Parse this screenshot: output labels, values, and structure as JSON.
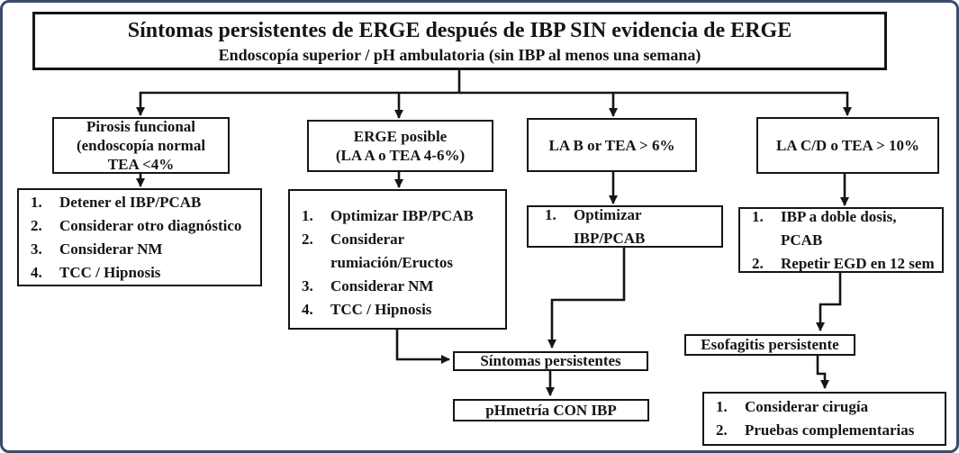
{
  "colors": {
    "frame": "#3b4a6b",
    "ink": "#151515",
    "bg": "#ffffff"
  },
  "header": {
    "title": "Síntomas persistentes de ERGE después de IBP SIN evidencia de ERGE",
    "subtitle": "Endoscopía superior / pH ambulatoria (sin IBP al menos una semana)"
  },
  "branches": {
    "functional": {
      "lines": [
        "Pirosis funcional",
        "(endoscopía normal",
        "TEA <4%"
      ]
    },
    "possible": {
      "lines": [
        "ERGE posible",
        "(LA A o TEA 4-6%)"
      ]
    },
    "la_b": {
      "label": "LA B or TEA > 6%"
    },
    "la_cd": {
      "label": "LA C/D o TEA > 10%"
    }
  },
  "actions": {
    "functional": {
      "items": [
        {
          "num": "1.",
          "text": "Detener el IBP/PCAB"
        },
        {
          "num": "2.",
          "text": "Considerar otro diagnóstico"
        },
        {
          "num": "3.",
          "text": "Considerar NM"
        },
        {
          "num": "4.",
          "text": "TCC / Hipnosis"
        }
      ]
    },
    "possible": {
      "items": [
        {
          "num": "1.",
          "text": "Optimizar IBP/PCAB"
        },
        {
          "num": "2.",
          "text": "Considerar rumiación/Eructos"
        },
        {
          "num": "3.",
          "text": "Considerar NM"
        },
        {
          "num": "4.",
          "text": "TCC / Hipnosis"
        }
      ]
    },
    "la_b": {
      "items": [
        {
          "num": "1.",
          "text": "Optimizar IBP/PCAB"
        }
      ]
    },
    "la_cd": {
      "items": [
        {
          "num": "1.",
          "text": "IBP a doble dosis, PCAB"
        },
        {
          "num": "2.",
          "text": "Repetir EGD en 12 sem"
        }
      ]
    }
  },
  "outcomes": {
    "persistent_symptoms": "Síntomas persistentes",
    "ph_with_ppi": "pHmetría CON IBP",
    "persistent_esophagitis": "Esofagitis persistente",
    "surgery": {
      "items": [
        {
          "num": "1.",
          "text": "Considerar cirugía"
        },
        {
          "num": "2.",
          "text": "Pruebas complementarias"
        }
      ]
    }
  }
}
